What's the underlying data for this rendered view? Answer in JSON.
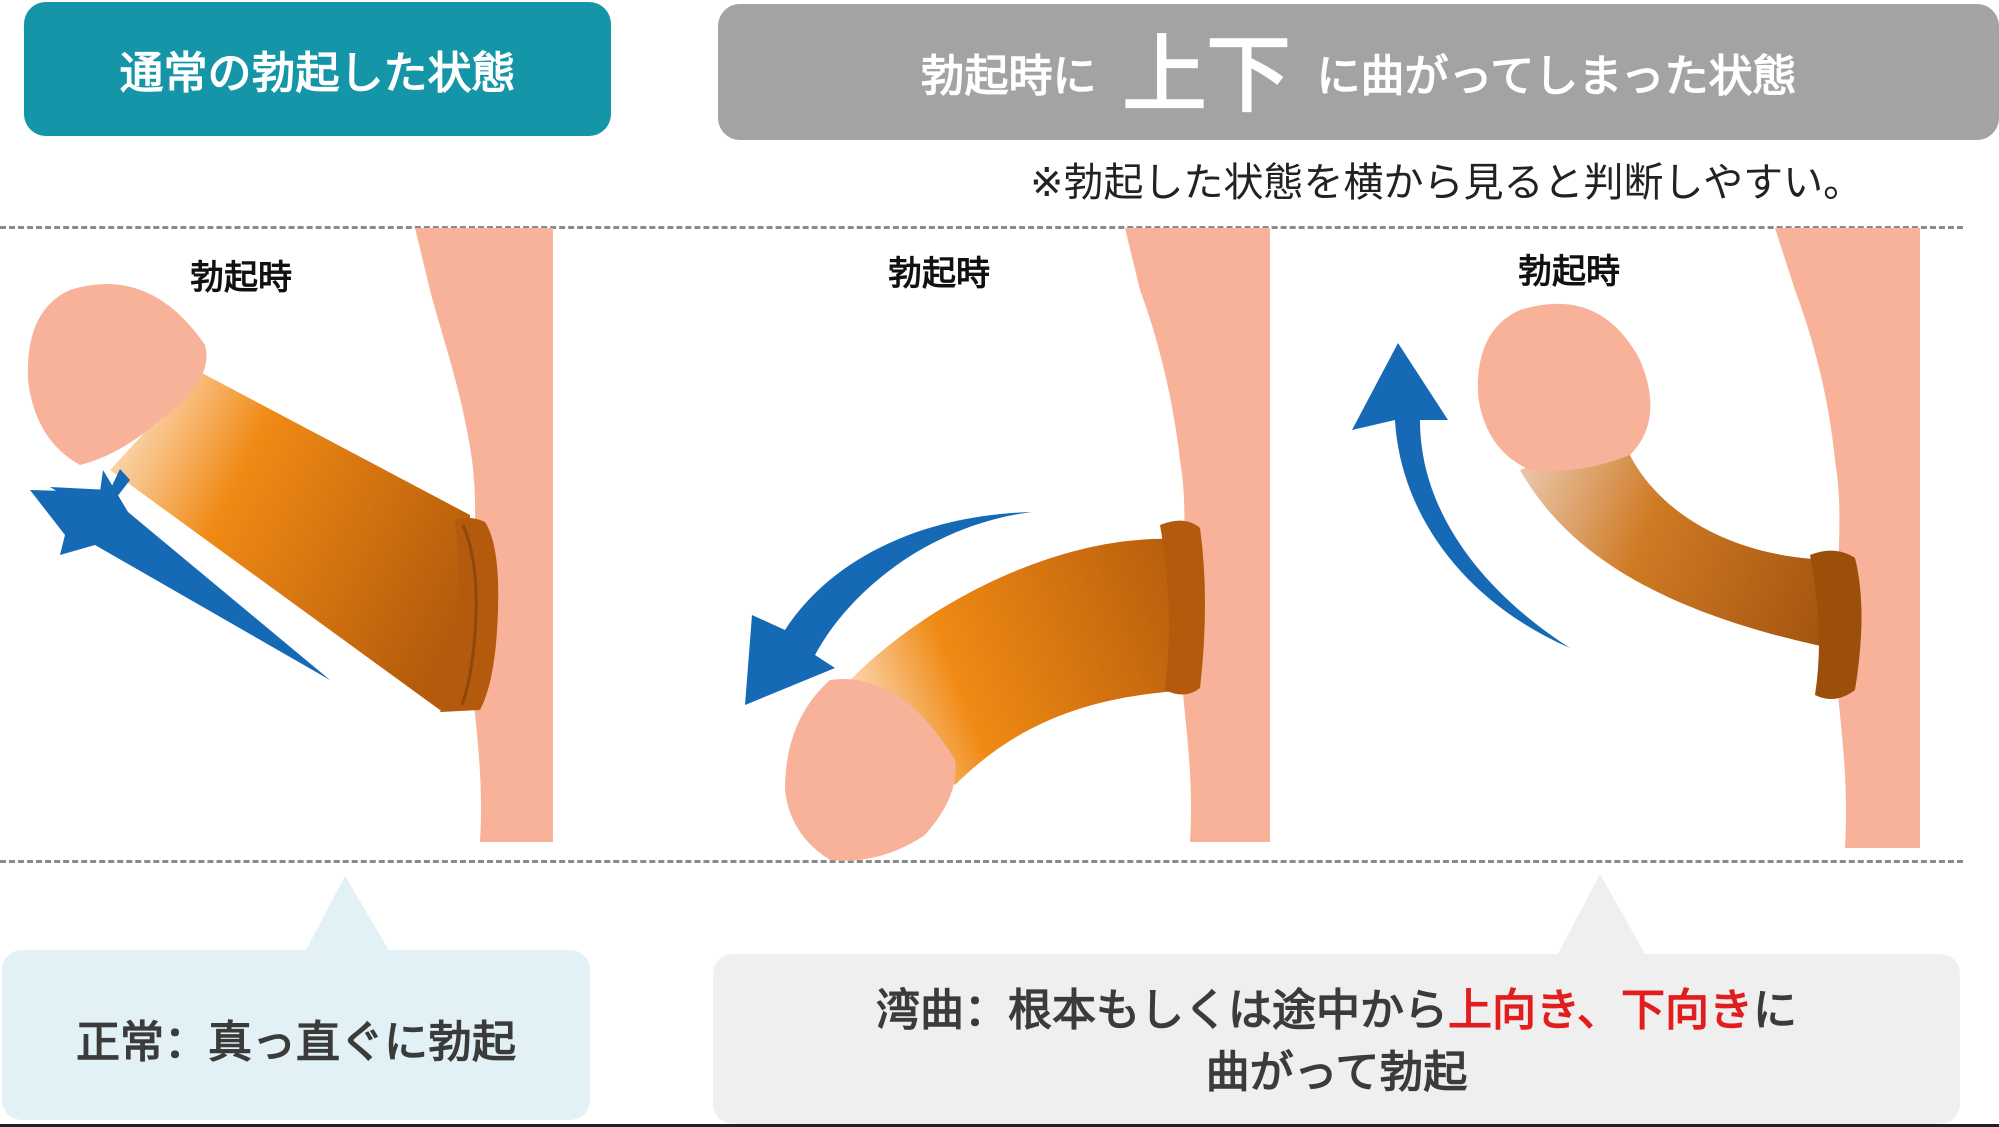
{
  "header": {
    "normal_title": "通常の勃起した状態",
    "bent_title_part1": "勃起時に",
    "bent_title_big": "上下",
    "bent_title_part2": "に曲がってしまった状態"
  },
  "note": "※勃起した状態を横から見ると判断しやすい。",
  "panels": {
    "left_label": "勃起時",
    "middle_label": "勃起時",
    "right_label": "勃起時"
  },
  "captions": {
    "normal": "正常：真っ直ぐに勃起",
    "bent_part1": "湾曲：根本もしくは途中から",
    "bent_up": "上向き",
    "bent_sep": "、",
    "bent_down": "下向き",
    "bent_part2": "に",
    "bent_line2": "曲がって勃起"
  },
  "colors": {
    "teal": "#1495a8",
    "gray": "#a3a3a3",
    "skin": "#f8b29a",
    "shaft": "#e8780e",
    "shaft_dark": "#b35a0c",
    "arrow": "#1569b5",
    "highlight": "#e21d1d"
  }
}
